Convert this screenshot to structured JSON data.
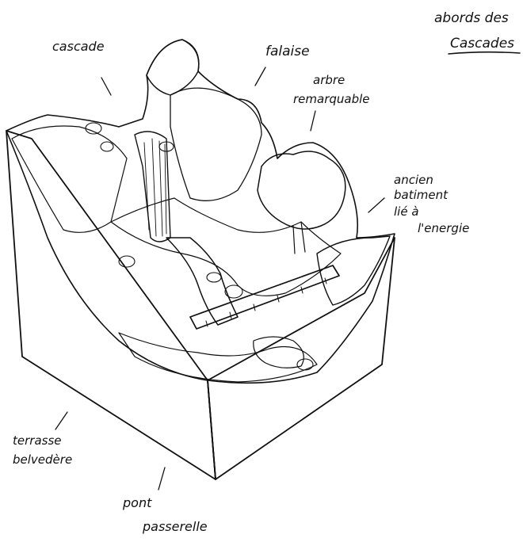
{
  "sketch": {
    "title_line1": "abords des",
    "title_line2": "Cascades",
    "labels": {
      "cascade": "cascade",
      "falaise": "falaise",
      "arbre_line1": "arbre",
      "arbre_line2": "remarquable",
      "batiment_line1": "ancien",
      "batiment_line2": "batiment",
      "batiment_line3": "lié à",
      "batiment_line4": "l'energie",
      "terrasse_line1": "terrasse",
      "terrasse_line2": "belvedère",
      "pont_line1": "pont",
      "pont_line2": "passerelle"
    }
  }
}
